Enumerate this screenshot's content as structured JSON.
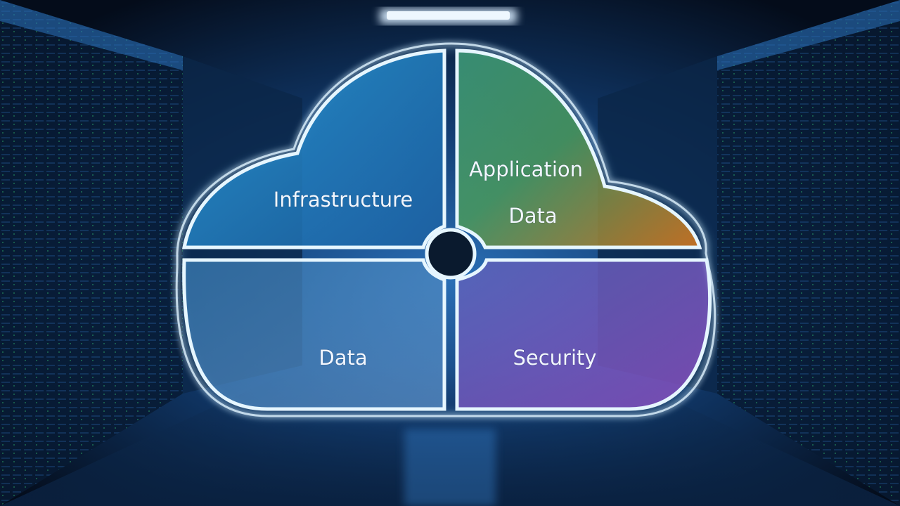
{
  "cloud": {
    "segments": {
      "top_left": {
        "label": "Infrastructure"
      },
      "top_right": {
        "label_line1": "Application",
        "label_line2": "Data"
      },
      "bottom_left": {
        "label": "Data"
      },
      "bottom_right": {
        "label": "Security"
      }
    }
  },
  "colors": {
    "background_dark": "#061326",
    "rack_blue": "#1b4f8a",
    "ceiling_light": "#cfe6ff",
    "cloud_outline": "#e6f6ff",
    "infrastructure": "#2f8fd0",
    "application_green": "#4aa06a",
    "application_orange": "#d07a2a",
    "data_blue": "#3d7fb8",
    "security_purple": "#7a55b8"
  }
}
